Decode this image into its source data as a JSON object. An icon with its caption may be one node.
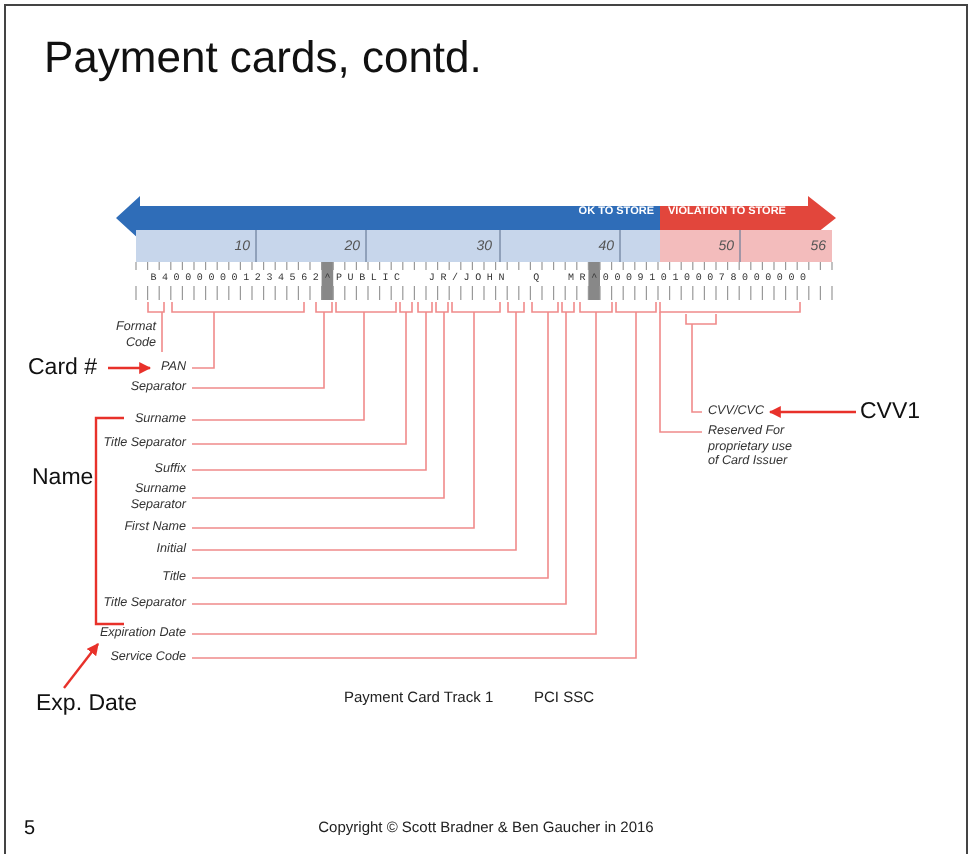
{
  "diagram": {
    "title": "Payment cards, contd.",
    "nodes": [
      {
        "text": [
          "Format Code"
        ]
      },
      {
        "text": [
          "Card #"
        ]
      },
      {
        "text": [
          "PAN"
        ]
      },
      {
        "text": [
          "Separator"
        ]
      },
      {
        "text": [
          "Surname"
        ]
      },
      {
        "text": [
          "Title Separator"
        ]
      },
      {
        "text": [
          "CVV/CVC"
        ]
      },
      {
        "text": [
          "CVV1"
        ]
      },
      {
        "text": [
          "Reserved For proprietary use of Card Issuer"
        ]
      },
      {
        "text": [
          "Suffix"
        ]
      },
      {
        "text": [
          "Surname Separator"
        ]
      },
      {
        "text": [
          "First Name"
        ]
      },
      {
        "text": [
          "Initial"
        ]
      },
      {
        "text": [
          "Title"
        ]
      },
      {
        "text": [
          "Title Separator"
        ]
      },
      {
        "text": [
          "Expiration Date"
        ]
      },
      {
        "text": [
          "Service Code"
        ]
      },
      {
        "text": [
          "Exp. Date"
        ]
      },
      {
        "text": [],
        "shape": "bracket"
      },
      {
        "text": [],
        "shape": "bracket"
      },
      {
        "text": [],
        "shape": "bracket"
      },
      {
        "text": [],
        "shape": "bracket"
      },
      {
        "text": [],
        "shape": "bracket"
      },
      {
        "text": [],
        "shape": "bracket"
      },
      {
        "text": [],
        "shape": "bracket"
      },
      {
        "text": [],
        "shape": "bracket"
      },
      {
        "text": [],
        "shape": "bracket"
      },
      {
        "text": [],
        "shape": "bracket"
      },
      {
        "text": [],
        "shape": "bracket"
      },
      {
        "text": [],
        "shape": "bracket"
      },
      {
        "text": [],
        "shape": "bracket"
      },
      {
        "text": [],
        "shape": "bracket"
      },
      {
        "text": [],
        "shape": "bracket"
      }
    ],
    "edges": [
      {
        "from": 1,
        "to": 2,
        "arrow": "to",
        "color": "#e8312a"
      },
      {
        "from": 7,
        "to": 6,
        "arrow": "to",
        "color": "#e8312a"
      },
      {
        "from": 17,
        "to": 15,
        "arrow": "to",
        "color": "#e8312a"
      },
      {
        "from": 0,
        "to": 18,
        "arrow": "none"
      },
      {
        "from": 2,
        "to": 19,
        "arrow": "none"
      },
      {
        "from": 3,
        "to": 20,
        "arrow": "none"
      },
      {
        "from": 4,
        "to": 21,
        "arrow": "none"
      },
      {
        "from": 5,
        "to": 22,
        "arrow": "none"
      },
      {
        "from": 6,
        "to": 32,
        "arrow": "none"
      },
      {
        "from": 8,
        "to": 31,
        "arrow": "none"
      },
      {
        "from": 9,
        "to": 23,
        "arrow": "none"
      },
      {
        "from": 10,
        "to": 24,
        "arrow": "none"
      },
      {
        "from": 11,
        "to": 25,
        "arrow": "none"
      },
      {
        "from": 12,
        "to": 26,
        "arrow": "none"
      },
      {
        "from": 13,
        "to": 27,
        "arrow": "none"
      },
      {
        "from": 14,
        "to": 28,
        "arrow": "none"
      },
      {
        "from": 15,
        "to": 29,
        "arrow": "none"
      },
      {
        "from": 16,
        "to": 30,
        "arrow": "none"
      }
    ],
    "labels": [
      "OK TO STORE",
      "VIOLATION TO STORE",
      "10",
      "20",
      "30",
      "40",
      "50",
      "56",
      " B40000001234562^PUBLIC  JR/JOHN  Q  MR^000910100078000000  ",
      "Name",
      "Payment Card Track 1",
      "PCI SSC",
      "5",
      "Copyright © Scott Bradner & Ben Gaucher in 2016"
    ]
  }
}
